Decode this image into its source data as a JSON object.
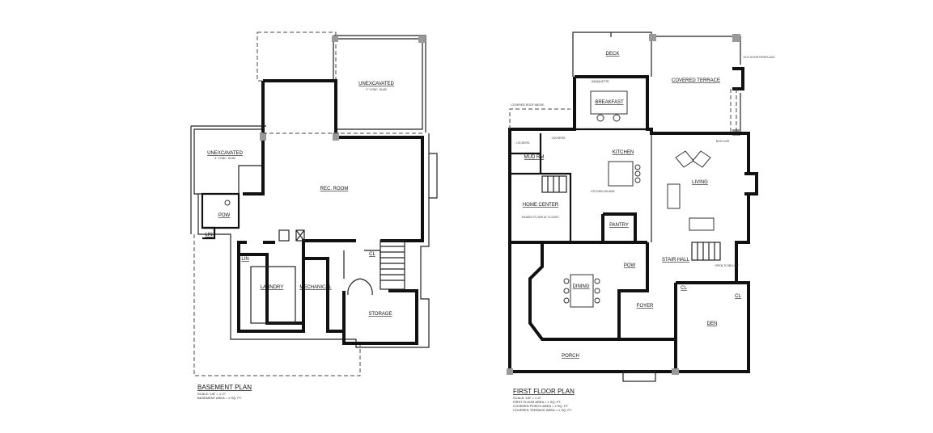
{
  "basement": {
    "title": "BASEMENT PLAN",
    "scale": "SCALE: 1/8\" = 1'-0\"",
    "area": "BASEMENT AREA = ±  SQ. FT.",
    "rooms": {
      "unexcavated_top": "UNEXCAVATED",
      "unexcavated_top_sub": "4\" CONC. SLAB",
      "unexcavated_left": "UNEXCAVATED",
      "unexcavated_left_sub": "4\" CONC. SLAB",
      "rec_room": "REC. ROOM",
      "powder": "POW",
      "linen": "LIN",
      "linen2": "LIN",
      "laundry": "LAUNDRY",
      "mechanical": "MECHANICAL",
      "storage": "STORAGE",
      "closet": "CL"
    }
  },
  "first_floor": {
    "title": "FIRST FLOOR PLAN",
    "scale": "SCALE: 1/8\" = 1'-0\"",
    "area_lines": [
      "FIRST FLOOR AREA = ±  SQ. FT.",
      "COVERED PORCH AREA = ±  SQ. FT.",
      "COVERED TERRACE AREA = ±  SQ. FT."
    ],
    "rooms": {
      "deck": "DECK",
      "breakfast": "BREAKFAST",
      "banquette": "BANQUETTE",
      "covered_terrace": "COVERED TERRACE",
      "fireplace": "OUT DOOR FIREPLACE",
      "covered_roof": "COVERED ROOF ABOVE",
      "lockers": "LOCKERS",
      "lockers2": "LOCKERS",
      "mud_room": "MUD RM",
      "kitchen": "KITCHEN",
      "kitchen_island": "KITCHEN ISLAND",
      "living": "LIVING",
      "built_in": "BUILT-INS",
      "home_center": "HOME CENTER",
      "raised_floor": "RAISED FLOOR AT CLOSET",
      "pantry": "PANTRY",
      "dining": "DINING",
      "powder": "POW",
      "stair_hall": "STAIR HALL",
      "open_to_below": "OPEN TO BELOW",
      "closet": "CL",
      "closet2": "CL",
      "foyer": "FOYER",
      "den": "DEN",
      "porch": "PORCH"
    }
  }
}
